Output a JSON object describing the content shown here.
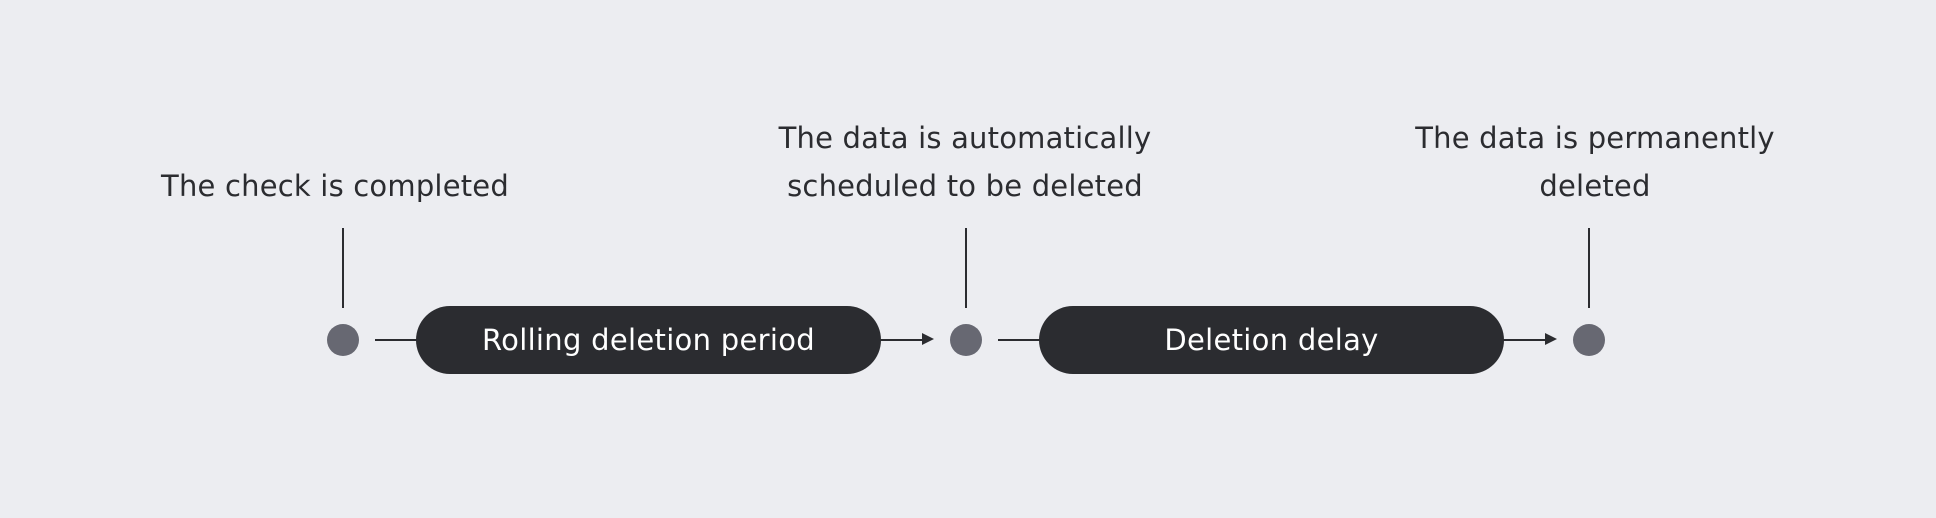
{
  "diagram": {
    "milestones": [
      {
        "caption": "The check is completed"
      },
      {
        "caption": "The data is automatically scheduled to be deleted"
      },
      {
        "caption": "The data is permanently deleted"
      }
    ],
    "periods": [
      {
        "label": "Rolling deletion period"
      },
      {
        "label": "Deletion delay"
      }
    ],
    "colors": {
      "background": "#ecedf1",
      "pill": "#2b2c30",
      "pill_text": "#ffffff",
      "dot": "#676872",
      "line": "#2b2c30"
    }
  }
}
